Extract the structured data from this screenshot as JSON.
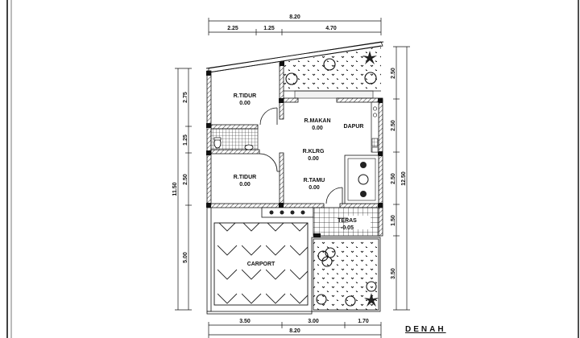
{
  "drawing": {
    "title": "DENAH",
    "overall_width": "8.20",
    "overall_depth_left": "11.50",
    "overall_depth_right": "12.50"
  },
  "dimensions": {
    "top": [
      "2.25",
      "1.25",
      "4.70"
    ],
    "top_total": "8.20",
    "bottom": [
      "3.50",
      "3.00",
      "1.70"
    ],
    "bottom_total": "8.20",
    "left": [
      "2.75",
      "1.25",
      "2.50",
      "5.00"
    ],
    "left_total": "11.50",
    "right": [
      "2.50",
      "2.50",
      "2.50",
      "1.50",
      "3.50"
    ],
    "right_total": "12.50"
  },
  "rooms": [
    {
      "name": "R.TIDUR",
      "level": "0.00"
    },
    {
      "name": "R.MAKAN",
      "level": "0.00"
    },
    {
      "name": "DAPUR",
      "level": ""
    },
    {
      "name": "R.KLRG",
      "level": "0.00"
    },
    {
      "name": "R.TIDUR",
      "level": "0.00"
    },
    {
      "name": "R.TAMU",
      "level": "0.00"
    },
    {
      "name": "TERAS",
      "level": "-0.05"
    },
    {
      "name": "CARPORT",
      "level": ""
    }
  ],
  "colors": {
    "line": "#111111",
    "background": "#ffffff",
    "hatch": "#555555"
  }
}
